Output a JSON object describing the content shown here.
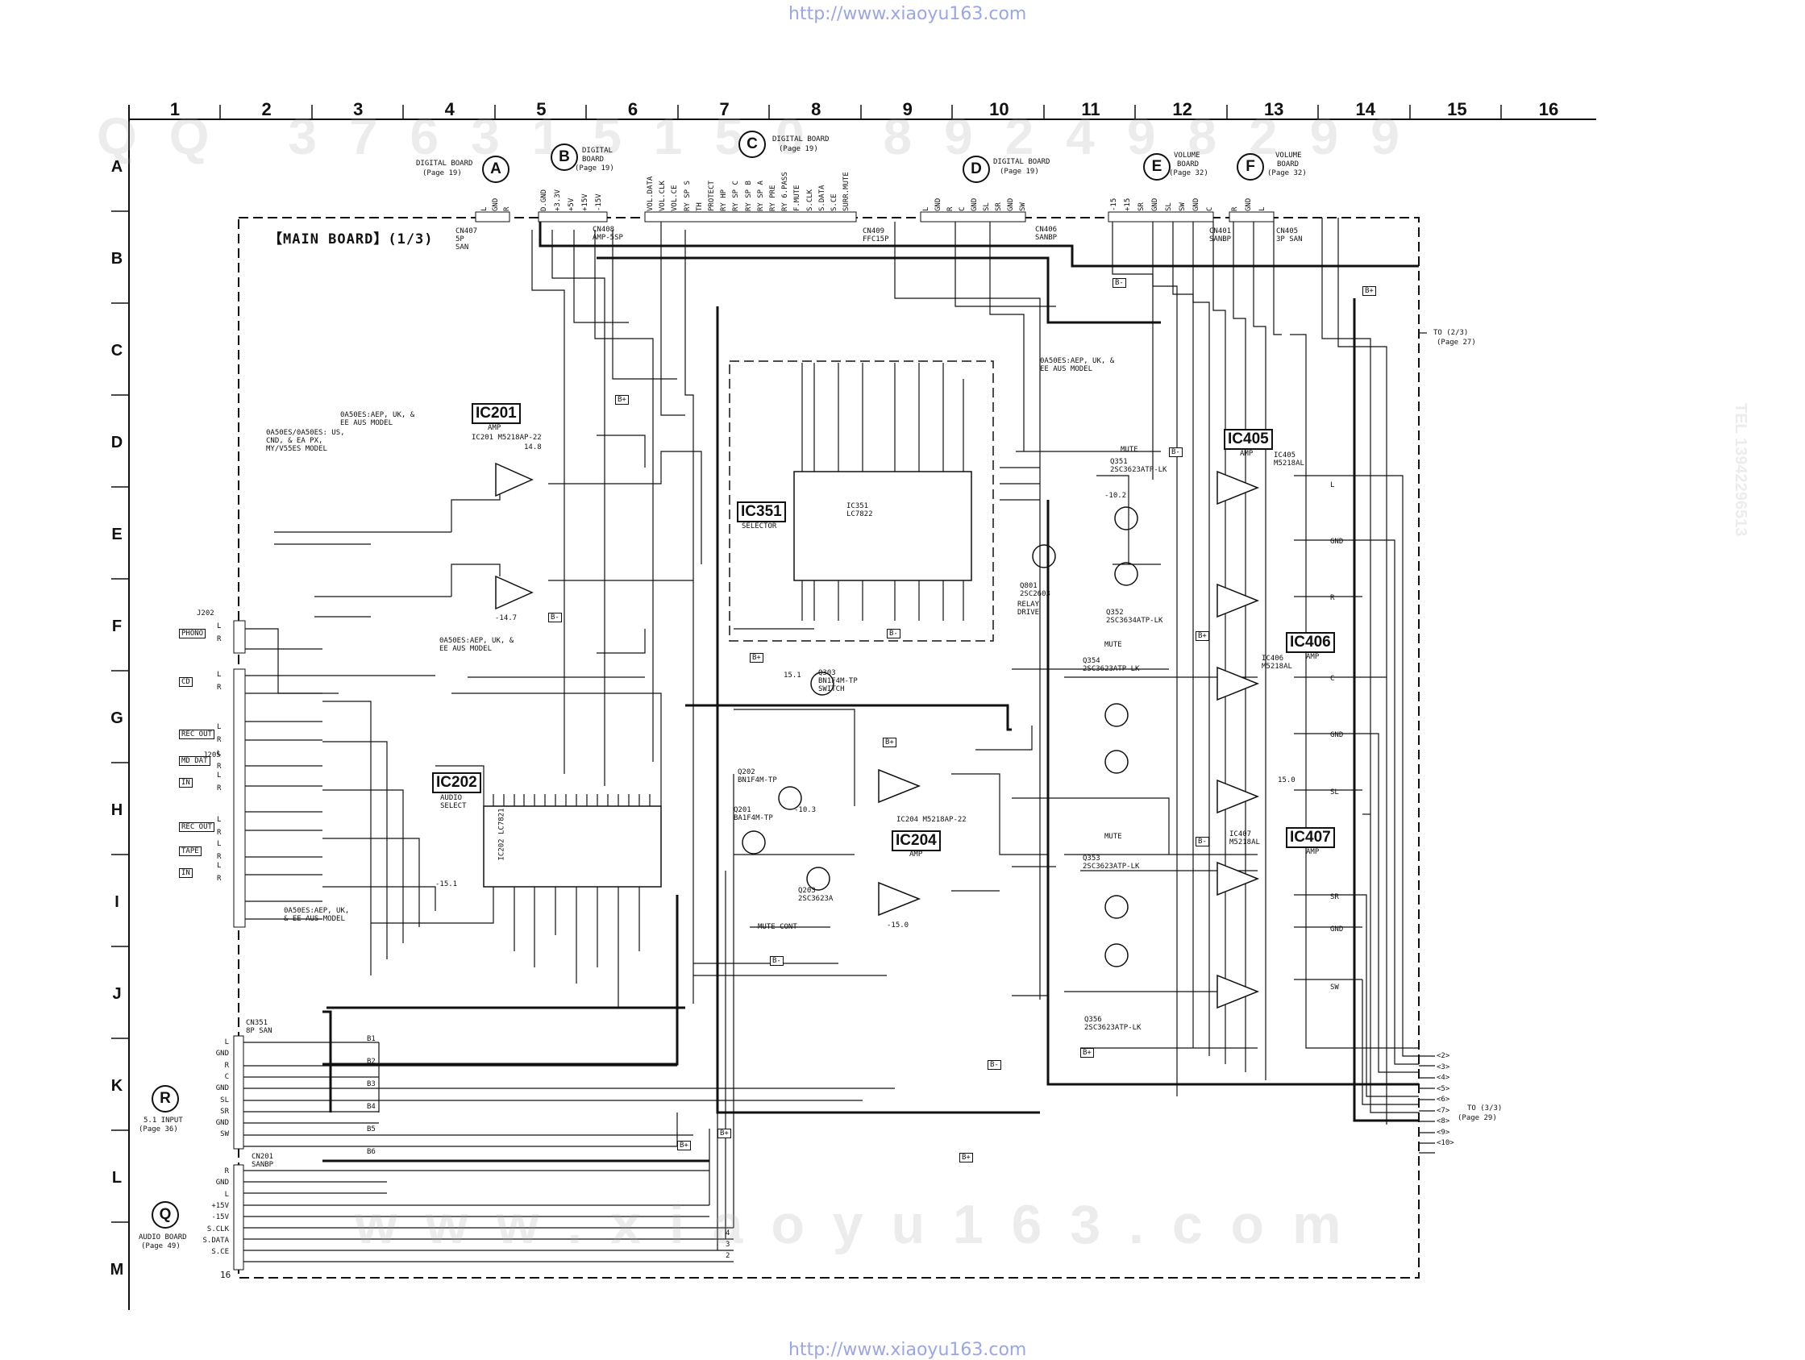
{
  "header_url": "http://www.xiaoyu163.com",
  "footer_url": "http://www.xiaoyu163.com",
  "grid_columns": [
    "1",
    "2",
    "3",
    "4",
    "5",
    "6",
    "7",
    "8",
    "9",
    "10",
    "11",
    "12",
    "13",
    "14",
    "15",
    "16"
  ],
  "grid_rows": [
    "A",
    "B",
    "C",
    "D",
    "E",
    "F",
    "G",
    "H",
    "I",
    "J",
    "K",
    "L",
    "M"
  ],
  "board_title": "【MAIN BOARD】(1/3)",
  "connectors_top": [
    {
      "id": "A",
      "lines": [
        "DIGITAL BOARD",
        "(Page 19)"
      ]
    },
    {
      "id": "B",
      "lines": [
        "DIGITAL",
        "BOARD",
        "(Page 19)"
      ]
    },
    {
      "id": "C",
      "lines": [
        "DIGITAL BOARD",
        "(Page 19)"
      ]
    },
    {
      "id": "D",
      "lines": [
        "DIGITAL BOARD",
        "(Page 19)"
      ]
    },
    {
      "id": "E",
      "lines": [
        "VOLUME",
        "BOARD",
        "(Page 32)"
      ]
    },
    {
      "id": "F",
      "lines": [
        "VOLUME",
        "BOARD",
        "(Page 32)"
      ]
    }
  ],
  "connectors_left": [
    {
      "id": "R",
      "lines": [
        "5.1 INPUT",
        "(Page 36)"
      ]
    },
    {
      "id": "Q",
      "lines": [
        "AUDIO BOARD",
        "(Page 49)"
      ]
    }
  ],
  "cn_labels": {
    "cn407": "CN407 5P SAN",
    "cn408": "CN408 AMP-5SP",
    "cn409": "CN409 FFC15P",
    "cn406": "CN406 SANBP",
    "cn401": "CN401 SANBP",
    "cn405": "CN405 3P SAN",
    "cn351": "CN351 8P SAN",
    "cn201": "CN201 SANBP"
  },
  "cnA_pins": [
    "L",
    "GND",
    "R"
  ],
  "cnB_pins": [
    "D.GND",
    "+3.3V",
    "+5V",
    "+15V",
    "-15V"
  ],
  "cnC_pins": [
    "VOL.DATA",
    "VOL.CLK",
    "VOL.CE",
    "RY SP S",
    "TH",
    "PROTECT",
    "RY HP",
    "RY SP C",
    "RY SP B",
    "RY SP A",
    "RY PRE",
    "RY 6.PASS",
    "F.MUTE",
    "S.CLK",
    "S.DATA",
    "S.CE",
    "SURR.MUTE"
  ],
  "cnD_pins": [
    "L",
    "GND",
    "R",
    "C",
    "GND",
    "SL",
    "SR",
    "GND",
    "SW"
  ],
  "cnE_pins": [
    "-15",
    "+15",
    "SR",
    "GND",
    "SL",
    "SW",
    "GND",
    "C"
  ],
  "cnF_pins": [
    "R",
    "GND",
    "L"
  ],
  "ics": [
    {
      "id": "IC201",
      "role": "AMP",
      "part": "IC201 M5218AP-22"
    },
    {
      "id": "IC202",
      "role": "AUDIO SELECT",
      "part": "IC202 LC7821"
    },
    {
      "id": "IC351",
      "role": "SELECTOR",
      "part": "IC351 LC7822"
    },
    {
      "id": "IC204",
      "role": "AMP",
      "part": "IC204 M5218AP-22"
    },
    {
      "id": "IC405",
      "role": "AMP",
      "part": "IC405 M5218AL"
    },
    {
      "id": "IC406",
      "role": "AMP",
      "part": "IC406 M5218AL"
    },
    {
      "id": "IC407",
      "role": "AMP",
      "part": "IC407 M5218AL"
    }
  ],
  "inputs_left": [
    {
      "label": "PHONO",
      "pins": [
        "L",
        "R"
      ]
    },
    {
      "label": "CD",
      "pins": [
        "L",
        "R"
      ]
    },
    {
      "label": "REC OUT",
      "pins": [
        "L",
        "R"
      ]
    },
    {
      "label": "MD DAT",
      "pins": [
        "L",
        "R"
      ]
    },
    {
      "label": "IN",
      "pins": [
        "L",
        "R"
      ]
    },
    {
      "label": "REC OUT",
      "pins": [
        "L",
        "R"
      ]
    },
    {
      "label": "TAPE",
      "pins": [
        "L",
        "R"
      ]
    },
    {
      "label": "IN",
      "pins": [
        "L",
        "R"
      ]
    }
  ],
  "jacks": [
    "J202",
    "J205"
  ],
  "r_pins": [
    "L",
    "GND",
    "R",
    "C",
    "GND",
    "SL",
    "SR",
    "GND",
    "SW"
  ],
  "r_bus": [
    "B1",
    "B2",
    "B3",
    "B4",
    "B5",
    "B6"
  ],
  "q_pins": [
    "R",
    "GND",
    "L",
    "+15V",
    "-15V",
    "S.CLK",
    "S.DATA",
    "S.CE"
  ],
  "q_pin_numbers": [
    "4",
    "3",
    "2"
  ],
  "q_last_pin": "16",
  "notes": {
    "model_note_1": "0A50ES:AEP, UK, & EE AUS MODEL",
    "model_note_2": "0A50ES/0A50ES: US, CND, & EA PX, MY/V55ES MODEL",
    "model_note_3": "0A50ES:AEP, UK, & EE AUS MODEL",
    "model_note_4": "0A50ES:AEP, UK, & EE AUS MODEL",
    "model_note_5": "0A50ES:AEP, UK, & EE AUS MODEL",
    "relay_drive": "RELAY DRIVE",
    "mute": "MUTE",
    "mute_cont": "MUTE CONT",
    "switch": "SWITCH"
  },
  "transistors": [
    {
      "ref": "Q303",
      "part": "BN1F4M-TP",
      "label": "SWITCH"
    },
    {
      "ref": "Q202",
      "part": "BN1F4M-TP"
    },
    {
      "ref": "Q201",
      "part": "BA1F4M-TP"
    },
    {
      "ref": "Q203",
      "part": "2SC3623A"
    },
    {
      "ref": "Q801",
      "part": "2SC2603"
    },
    {
      "ref": "Q351",
      "part": "2SC3623ATP-LK"
    },
    {
      "ref": "Q352",
      "part": "2SC3634ATP-LK"
    },
    {
      "ref": "Q354",
      "part": "2SC3623ATP-LK"
    },
    {
      "ref": "Q353",
      "part": "2SC3623ATP-LK"
    },
    {
      "ref": "Q356",
      "part": "2SC3623ATP-LK"
    }
  ],
  "destinations": [
    {
      "label": "TO (2/3)",
      "page": "(Page 27)"
    },
    {
      "label": "TO (3/3)",
      "page": "(Page 29)"
    }
  ],
  "right_out_labels": [
    "L",
    "GND",
    "R",
    "C",
    "GND",
    "SL",
    "SR",
    "GND",
    "SW"
  ],
  "bus_tags": [
    "B+",
    "B-"
  ],
  "to3_pins": [
    "2",
    "3",
    "4",
    "5",
    "6",
    "7",
    "8",
    "9",
    "10"
  ],
  "voltages": [
    "14.8",
    "-14.7",
    "15.1",
    "-10.2",
    "15.0",
    "-15.0",
    "-10.3",
    "-15.1"
  ],
  "watermark_text": "w w w . x i a o y u 1 6 3 . c o m",
  "watermark_side": "QQ 376315150 892498299",
  "watermark_tel": "TEL 13942296513"
}
